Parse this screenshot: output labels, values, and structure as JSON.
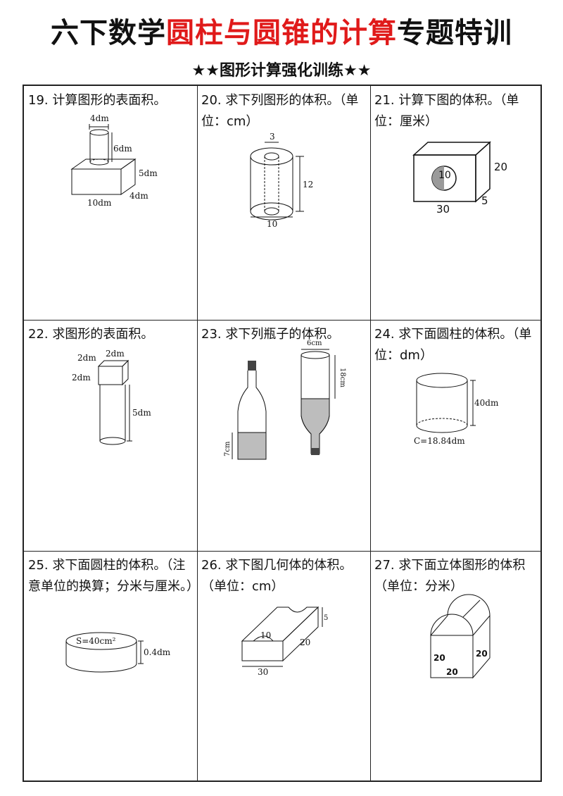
{
  "header": {
    "title_pre": "六下数学",
    "title_red": "圆柱与圆锥的计算",
    "title_post": "专题特训",
    "subtitle": "★★图形计算强化训练★★"
  },
  "problems": [
    {
      "text": "19. 计算图形的表面积。",
      "labels": {
        "top_d": "4dm",
        "top_h": "6dm",
        "box_h": "5dm",
        "box_d": "4dm",
        "box_w": "10dm"
      }
    },
    {
      "text": "20. 求下列图形的体积。（单位：cm）",
      "labels": {
        "inner": "3",
        "height": "12",
        "outer": "10"
      }
    },
    {
      "text": "21. 计算下图的体积。（单位：厘米）",
      "labels": {
        "circle": "10",
        "height": "20",
        "width": "30",
        "depth": "5"
      }
    },
    {
      "text": "22. 求图形的表面积。",
      "labels": {
        "cube_a": "2dm",
        "cube_b": "2dm",
        "cube_c": "2dm",
        "cyl_h": "5dm"
      }
    },
    {
      "text": "23. 求下列瓶子的体积。",
      "labels": {
        "water": "7cm",
        "d": "6cm",
        "empty": "18cm"
      }
    },
    {
      "text": "24. 求下面圆柱的体积。（单位：dm）",
      "labels": {
        "height": "40dm",
        "circ": "C=18.84dm"
      }
    },
    {
      "text": "25. 求下面圆柱的体积。（注意单位的换算；分米与厘米。）",
      "labels": {
        "area": "S=40cm²",
        "height": "0.4dm"
      }
    },
    {
      "text": "26. 求下图几何体的体积。（单位：cm）",
      "labels": {
        "groove": "10",
        "h": "5",
        "depth": "20",
        "width": "30"
      }
    },
    {
      "text": "27. 求下面立体图形的体积（单位：分米）",
      "labels": {
        "left": "20",
        "right": "20",
        "bottom": "20"
      }
    }
  ]
}
